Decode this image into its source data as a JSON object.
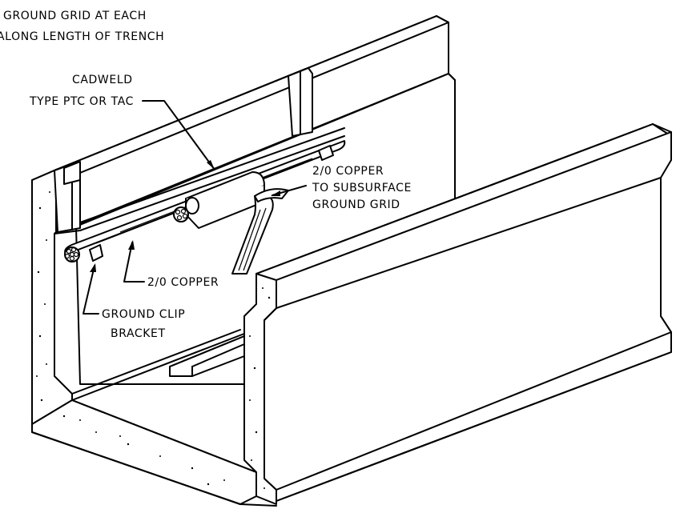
{
  "labels": {
    "top_line1": "GROUND GRID AT EACH",
    "top_line2": "ALONG LENGTH OF TRENCH",
    "cadweld_line1": "CADWELD",
    "cadweld_line2": "TYPE PTC OR TAC",
    "copper_grid_line1": "2/0 COPPER",
    "copper_grid_line2": "TO SUBSURFACE",
    "copper_grid_line3": "GROUND GRID",
    "copper_main": "2/0 COPPER",
    "clip_line1": "GROUND CLIP",
    "clip_line2": "BRACKET"
  },
  "colors": {
    "ink": "#000000",
    "paper": "#ffffff"
  }
}
